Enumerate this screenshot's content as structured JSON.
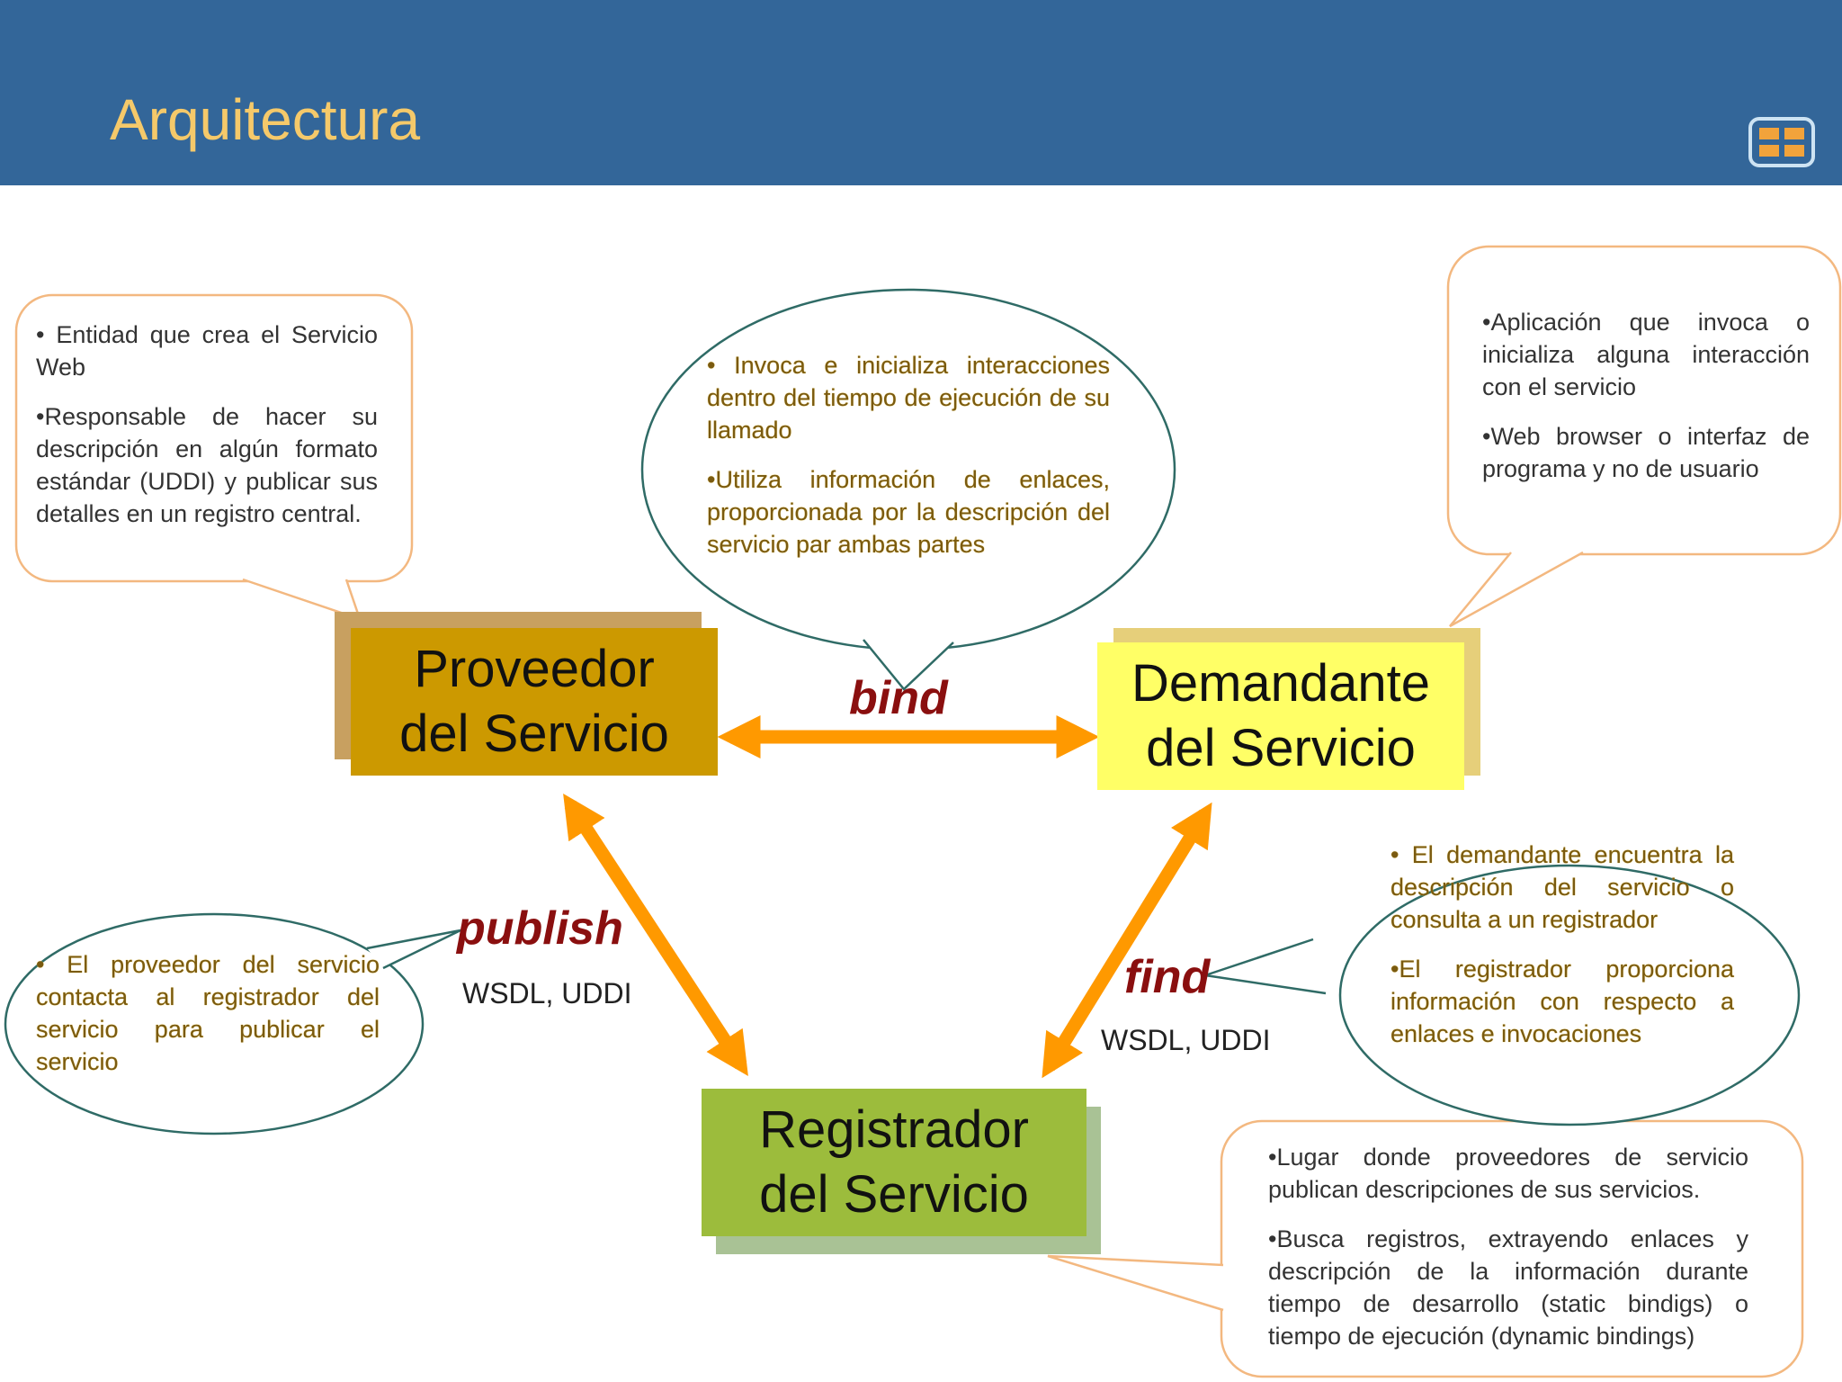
{
  "header": {
    "title": "Arquitectura",
    "background": "#336699",
    "title_color": "#f5c96a"
  },
  "toolbar": {
    "grid_icon": "grid-icon"
  },
  "diagram": {
    "nodes": {
      "provider": {
        "line1": "Proveedor",
        "line2": "del Servicio",
        "color": "#cc9900"
      },
      "requester": {
        "line1": "Demandante",
        "line2": "del Servicio",
        "color": "#ffff66"
      },
      "registry": {
        "line1": "Registrador",
        "line2": "del Servicio",
        "color": "#9cbc3c"
      }
    },
    "relations": {
      "bind": "bind",
      "publish": {
        "verb": "publish",
        "protocols": "WSDL, UDDI"
      },
      "find": {
        "verb": "find",
        "protocols": "WSDL, UDDI"
      }
    },
    "callouts": {
      "provider": [
        "• Entidad que crea el Servicio Web",
        "•Responsable de hacer su descripción en algún formato estándar (UDDI) y publicar sus detalles en un registro central."
      ],
      "bind": [
        "• Invoca e inicializa interacciones dentro del tiempo de ejecución de su llamado",
        "•Utiliza información de enlaces, proporcionada por la descripción del servicio par ambas partes"
      ],
      "requester": [
        "•Aplicación que invoca o inicializa alguna interacción con el servicio",
        "•Web browser o interfaz de programa y no de usuario"
      ],
      "publish": [
        "• El proveedor del servicio contacta al registrador del servicio para publicar el servicio"
      ],
      "find": [
        "• El demandante encuentra la descripción del servicio o consulta a un registrador",
        "•El registrador proporciona información con respecto a enlaces e invocaciones"
      ],
      "registry": [
        "•Lugar donde proveedores de servicio publican descripciones de sus servicios.",
        "•Busca registros, extrayendo enlaces y descripción de la información durante tiempo de desarrollo (static bindigs) o tiempo de ejecución (dynamic bindings)"
      ]
    },
    "colors": {
      "arrow": "#ff9900",
      "callout_orange_border": "#f3b880",
      "callout_teal_border": "#2f6b66",
      "verb": "#8a0f0f"
    }
  }
}
